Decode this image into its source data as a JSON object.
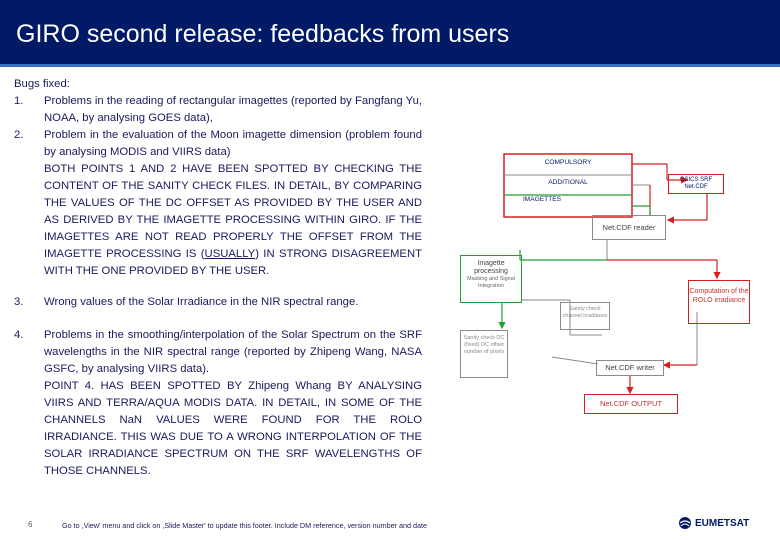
{
  "slide": {
    "title": "GIRO second release: feedbacks from users",
    "page_number": "6",
    "footer": "Go to ,View' menu and click on ,Slide Master' to update this footer. Include DM reference, version number and date",
    "logo_text": "EUMETSAT"
  },
  "content": {
    "heading": "Bugs fixed:",
    "items": [
      {
        "number": "1.",
        "text": "Problems in the reading of rectangular imagettes (reported by Fangfang Yu, NOAA, by analysing GOES data),"
      },
      {
        "number": "2.",
        "text": "Problem in the evaluation of the Moon imagette dimension (problem found by analysing MODIS and VIIRS data)"
      },
      {
        "number": "3.",
        "text": "Wrong values of the Solar Irradiance in the NIR spectral range."
      },
      {
        "number": "4.",
        "text": "Problems in the smoothing/interpolation of the Solar Spectrum on the SRF wavelengths in the NIR spectral range (reported by Zhipeng Wang, NASA GSFC, by analysing VIIRS data)."
      }
    ],
    "note_2_before": "BOTH POINTS 1 AND 2 HAVE BEEN SPOTTED BY CHECKING THE CONTENT OF THE SANITY CHECK FILES. IN DETAIL, BY COMPARING THE VALUES OF THE DC OFFSET AS PROVIDED BY THE USER AND AS DERIVED BY THE IMAGETTE PROCESSING WITHIN GIRO. IF THE IMAGETTES ARE NOT READ PROPERLY THE OFFSET FROM THE IMAGETTE PROCESSING IS (",
    "note_2_underlined": "USUALLY",
    "note_2_after": ") IN STRONG DISAGREEMENT WITH THE ONE PROVIDED BY THE USER.",
    "note_4": "POINT 4. HAS BEEN SPOTTED BY Zhipeng Whang BY ANALYSING VIIRS AND TERRA/AQUA MODIS DATA. IN DETAIL, IN SOME OF THE CHANNELS NaN VALUES WERE FOUND FOR THE ROLO IRRADIANCE. THIS WAS DUE TO A WRONG INTERPOLATION OF THE SOLAR IRRADIANCE SPECTRUM ON THE SRF WAVELENGTHS OF THOSE CHANNELS."
  },
  "diagram": {
    "legend": [
      "COMPULSORY",
      "ADDITIONAL",
      "IMAGETTES"
    ],
    "gsics_srf": "GSICS SRF Net.CDF",
    "netcdf_reader": "Net.CDF reader",
    "imagette_processing": "Imagette processing",
    "imagette_sub": "Masking and Signal Integration",
    "computation": "Computation of the ROLO irradiance",
    "sanity_check_1": "Sanity check channel irradiance",
    "sanity_check_2": "Sanity check DC (fixed) DC offset number of pixels",
    "netcdf_writer": "Net.CDF writer",
    "netcdf_output": "Net.CDF OUTPUT",
    "colors": {
      "red": "#d62020",
      "green": "#20a030",
      "gray": "#8a8a8a",
      "blue": "#001a66"
    }
  }
}
